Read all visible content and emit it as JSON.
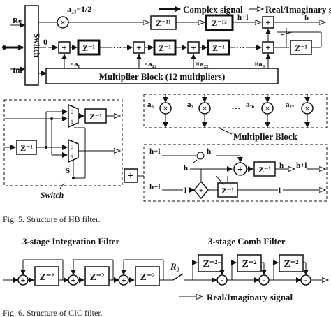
{
  "figure5": {
    "caption": "Fig. 5.   Structure of HB filter.",
    "legend": {
      "complex": "Complex signal",
      "real": "Real/Imaginary signal"
    },
    "top": {
      "input_re": "Re",
      "input_im": "Im",
      "switch": "Switch",
      "coef_half": "a₂₃=1/2",
      "z11": "Z⁻¹¹",
      "z12": "Z⁻¹²",
      "zinv": "Z⁻¹",
      "zero": "0",
      "h_plus_l": "h+l",
      "h": "h",
      "dots": "···",
      "x_a0": "×a₀",
      "x_a22a": "×a₂₂",
      "x_a22b": "×a₂₂",
      "x_a0b": "×a₀",
      "multiplier_block": "Multiplier Block (12 multipliers)"
    },
    "switch_detail": {
      "zinv": "Z⁻¹",
      "s": "S",
      "label": "Switch"
    },
    "mult_detail": {
      "a0": "a₀",
      "a2": "a₂",
      "a20": "a₂₀",
      "a22": "a₂₂",
      "dots": "···",
      "label": "Multiplier Block"
    },
    "adder_detail": {
      "plus": "+",
      "zinv": "Z⁻¹",
      "h": "h",
      "l": "l",
      "h_plus_l": "h+l"
    }
  },
  "figure6": {
    "integration_title": "3-stage Integration Filter",
    "comb_title": "3-stage Comb Filter",
    "z2": "Z⁻²",
    "r2": "R₂",
    "legend_real": "Real/Imaginary signal",
    "caption": "Fig. 6.   Structure of CIC filter."
  }
}
